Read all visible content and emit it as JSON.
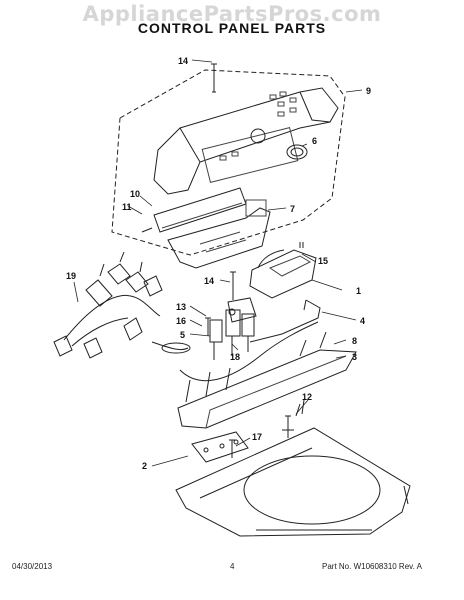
{
  "watermark": "AppliancePartsPros.com",
  "title": "CONTROL PANEL PARTS",
  "callouts": [
    "14",
    "9",
    "6",
    "10",
    "11",
    "7",
    "15",
    "1",
    "19",
    "14",
    "13",
    "16",
    "5",
    "18",
    "4",
    "8",
    "3",
    "12",
    "17",
    "2"
  ],
  "footer": {
    "date": "04/30/2013",
    "page": "4",
    "part_no": "Part No. W10608310 Rev. A"
  }
}
